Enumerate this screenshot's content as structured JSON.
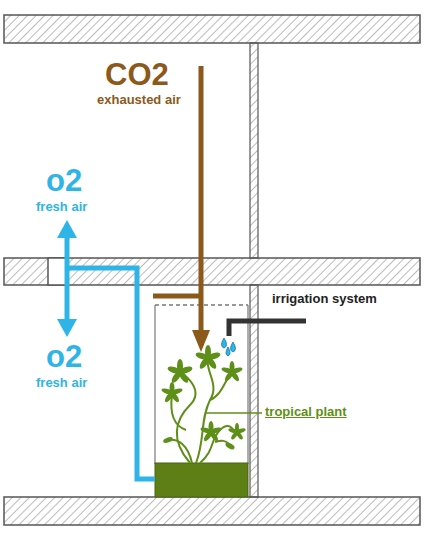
{
  "diagram": {
    "labels": [
      "CO2",
      "exhausted air",
      "o2",
      "fresh air",
      "o2",
      "fresh air",
      "irrigation system",
      "tropical plant"
    ]
  }
}
